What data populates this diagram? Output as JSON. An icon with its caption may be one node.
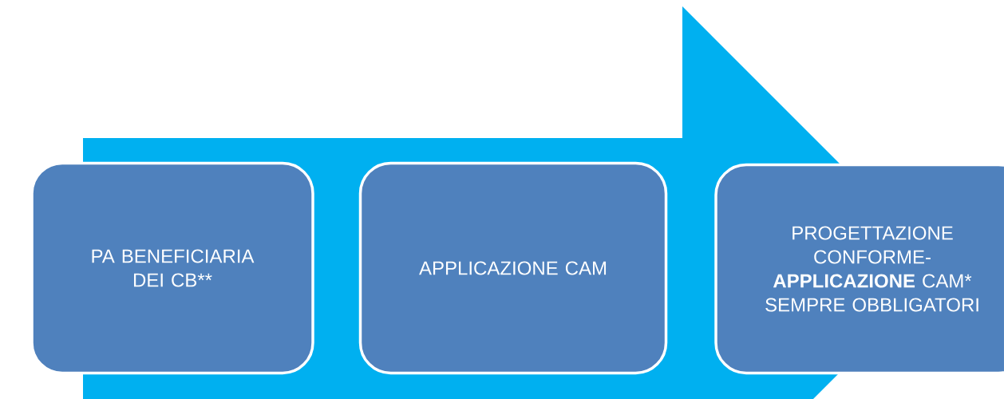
{
  "diagram": {
    "nodes": [
      {
        "text": [
          "PA BENEFICIARIA DEI CB**"
        ]
      },
      {
        "text": [
          "APPLICAZIONE CAM"
        ]
      },
      {
        "text": [
          "PROGETTAZIONE CONFORME-**APPLICAZIONE** CAM* SEMPRE OBBLIGATORI"
        ]
      }
    ]
  }
}
